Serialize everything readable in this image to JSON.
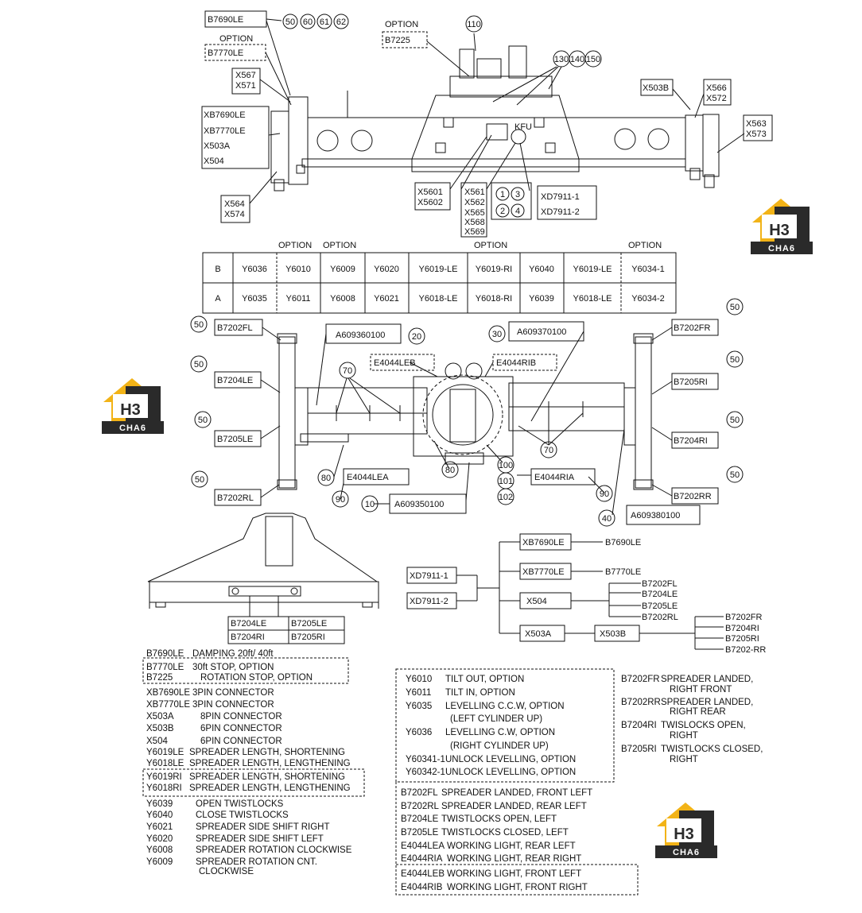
{
  "colors": {
    "line": "#111111",
    "logo_gold": "#f2b317",
    "logo_dark": "#2a2a2a",
    "paper": "#ffffff"
  },
  "top_view": {
    "labels": {
      "b7690le": "B7690LE",
      "opt_b7770": "OPTION",
      "b7770le": "B7770LE",
      "x567": "X567",
      "x571": "X571",
      "xb7690le": "XB7690LE",
      "xb7770le": "XB7770LE",
      "x503a": "X503A",
      "x504": "X504",
      "x564": "X564",
      "x574": "X574",
      "opt_b7225": "OPTION",
      "b7225": "B7225",
      "x503b": "X503B",
      "x566": "X566",
      "x572": "X572",
      "x563": "X563",
      "x573": "X573",
      "kfu": "KFU",
      "x5601": "X5601",
      "x5602": "X5602",
      "x561": "X561",
      "x562": "X562",
      "x565": "X565",
      "x568": "X568",
      "x569": "X569",
      "xd7911_1": "XD7911-1",
      "xd7911_2": "XD7911-2"
    },
    "circles": {
      "c50": "50",
      "c60": "60",
      "c61": "61",
      "c62": "62",
      "c110": "110",
      "c130": "130",
      "c140": "140",
      "c150": "150",
      "p1": "1",
      "p2": "2",
      "p3": "3",
      "p4": "4"
    }
  },
  "valve_table": {
    "headers": [
      "",
      "OPTION",
      "OPTION",
      "",
      "",
      "OPTION",
      "",
      "",
      "OPTION"
    ],
    "rows": [
      {
        "row": "B",
        "cells": [
          "Y6036",
          "Y6010",
          "Y6009",
          "Y6020",
          "Y6019-LE",
          "Y6019-RI",
          "Y6040",
          "Y6019-LE",
          "Y6034-1"
        ]
      },
      {
        "row": "A",
        "cells": [
          "Y6035",
          "Y6011",
          "Y6008",
          "Y6021",
          "Y6018-LE",
          "Y6018-RI",
          "Y6039",
          "Y6018-LE",
          "Y6034-2"
        ]
      }
    ]
  },
  "plan_view": {
    "labels": {
      "b7202fl": "B7202FL",
      "b7204le": "B7204LE",
      "b7205le": "B7205LE",
      "b7202rl": "B7202RL",
      "b7202fr": "B7202FR",
      "b7205ri": "B7205RI",
      "b7204ri": "B7204RI",
      "b7202rr": "B7202RR",
      "a609360100": "A609360100",
      "a609370100": "A609370100",
      "a609350100": "A609350100",
      "a609380100": "A609380100",
      "e4044leb": "E4044LEB",
      "e4044rib": "E4044RIB",
      "e4044lea": "E4044LEA",
      "e4044ria": "E4044RIA"
    },
    "circles": {
      "c50": "50",
      "c20": "20",
      "c30": "30",
      "c70": "70",
      "c80": "80",
      "c90": "90",
      "c10": "10",
      "c100": "100",
      "c101": "101",
      "c102": "102",
      "c40": "40"
    }
  },
  "side_view": {
    "labels": {
      "b7204le": "B7204LE",
      "b7205le": "B7205LE",
      "b7204ri": "B7204RI",
      "b7205ri": "B7205RI"
    }
  },
  "wiring_tree": {
    "xd7911_1": "XD7911-1",
    "xd7911_2": "XD7911-2",
    "xb7690le": "XB7690LE",
    "b7690le": "B7690LE",
    "xb7770le": "XB7770LE",
    "b7770le": "B7770LE",
    "x504": "X504",
    "x504_children": [
      "B7202FL",
      "B7204LE",
      "B7205LE",
      "B7202RL"
    ],
    "x503a": "X503A",
    "x503b": "X503B",
    "x503b_children": [
      "B7202FR",
      "B7204RI",
      "B7205RI",
      "B7202-RR"
    ]
  },
  "legend": {
    "left": [
      {
        "code": "B7690LE",
        "desc": "DAMPING 20ft/ 40ft"
      },
      {
        "code": "B7770LE",
        "desc": "30ft STOP, OPTION"
      },
      {
        "code": "B7225",
        "desc": "ROTATION STOP, OPTION"
      },
      {
        "code": "XB7690LE",
        "desc": "3PIN CONNECTOR"
      },
      {
        "code": "XB7770LE",
        "desc": "3PIN CONNECTOR"
      },
      {
        "code": "X503A",
        "desc": "8PIN CONNECTOR"
      },
      {
        "code": "X503B",
        "desc": "6PIN CONNECTOR"
      },
      {
        "code": "X504",
        "desc": "6PIN CONNECTOR"
      },
      {
        "code": "Y6019LE",
        "desc": "SPREADER LENGTH, SHORTENING"
      },
      {
        "code": "Y6018LE",
        "desc": "SPREADER LENGTH, LENGTHENING"
      },
      {
        "code": "Y6019RI",
        "desc": "SPREADER LENGTH, SHORTENING"
      },
      {
        "code": "Y6018RI",
        "desc": "SPREADER LENGTH, LENGTHENING"
      },
      {
        "code": "Y6039",
        "desc": "OPEN TWISTLOCKS"
      },
      {
        "code": "Y6040",
        "desc": "CLOSE TWISTLOCKS"
      },
      {
        "code": "Y6021",
        "desc": "SPREADER SIDE SHIFT RIGHT"
      },
      {
        "code": "Y6020",
        "desc": "SPREADER SIDE SHIFT LEFT"
      },
      {
        "code": "Y6008",
        "desc": "SPREADER ROTATION CLOCKWISE"
      },
      {
        "code": "Y6009",
        "desc": "SPREADER ROTATION CNT."
      },
      {
        "code": "",
        "desc": "CLOCKWISE"
      }
    ],
    "middle": [
      {
        "code": "Y6010",
        "desc": "TILT OUT, OPTION"
      },
      {
        "code": "Y6011",
        "desc": "TILT IN, OPTION"
      },
      {
        "code": "Y6035",
        "desc": "LEVELLING C.C.W, OPTION"
      },
      {
        "code": "",
        "desc": "(LEFT CYLINDER UP)"
      },
      {
        "code": "Y6036",
        "desc": "LEVELLING C.W, OPTION"
      },
      {
        "code": "",
        "desc": "(RIGHT CYLINDER UP)"
      },
      {
        "code": "Y60341-1",
        "desc": "UNLOCK LEVELLING, OPTION"
      },
      {
        "code": "Y60342-1",
        "desc": "UNLOCK LEVELLING, OPTION"
      },
      {
        "code": "B7202FL",
        "desc": "SPREADER LANDED, FRONT LEFT"
      },
      {
        "code": "B7202RL",
        "desc": "SPREADER LANDED, REAR LEFT"
      },
      {
        "code": "B7204LE",
        "desc": "TWISTLOCKS OPEN, LEFT"
      },
      {
        "code": "B7205LE",
        "desc": "TWISTLOCKS CLOSED, LEFT"
      },
      {
        "code": "E4044LEA",
        "desc": "WORKING LIGHT, REAR LEFT"
      },
      {
        "code": "E4044RIA",
        "desc": "WORKING LIGHT, REAR RIGHT"
      },
      {
        "code": "E4044LEB",
        "desc": "WORKING LIGHT, FRONT LEFT"
      },
      {
        "code": "E4044RIB",
        "desc": "WORKING LIGHT, FRONT RIGHT"
      }
    ],
    "right": [
      {
        "code": "B7202FR",
        "desc": "SPREADER LANDED,"
      },
      {
        "code": "",
        "desc": "RIGHT FRONT"
      },
      {
        "code": "B7202RR",
        "desc": "SPREADER LANDED,"
      },
      {
        "code": "",
        "desc": "RIGHT REAR"
      },
      {
        "code": "B7204RI",
        "desc": "TWISLOCKS OPEN,"
      },
      {
        "code": "",
        "desc": "RIGHT"
      },
      {
        "code": "B7205RI",
        "desc": "TWISTLOCKS CLOSED,"
      },
      {
        "code": "",
        "desc": "RIGHT"
      }
    ]
  },
  "watermark": {
    "mark": "H3",
    "sub": "CHA6"
  }
}
